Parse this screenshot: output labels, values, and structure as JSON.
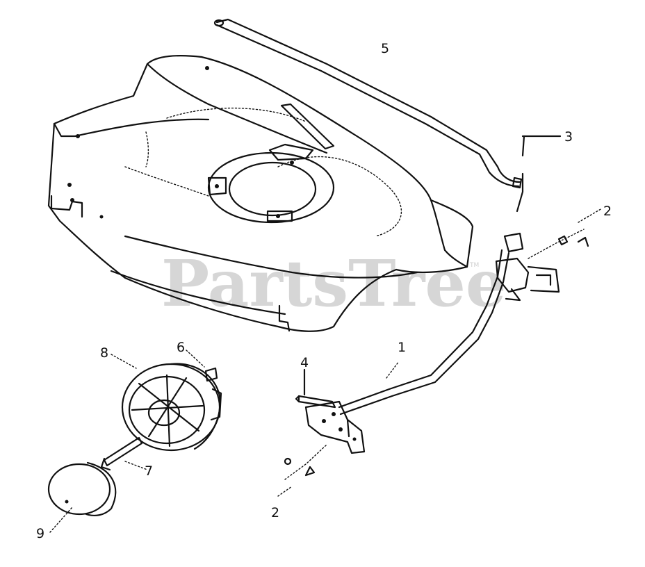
{
  "watermark": {
    "text": "PartsTree",
    "trademark": "TM"
  },
  "callouts": [
    "5",
    "3",
    "2",
    "1",
    "4",
    "2",
    "8",
    "6",
    "7",
    "9"
  ]
}
